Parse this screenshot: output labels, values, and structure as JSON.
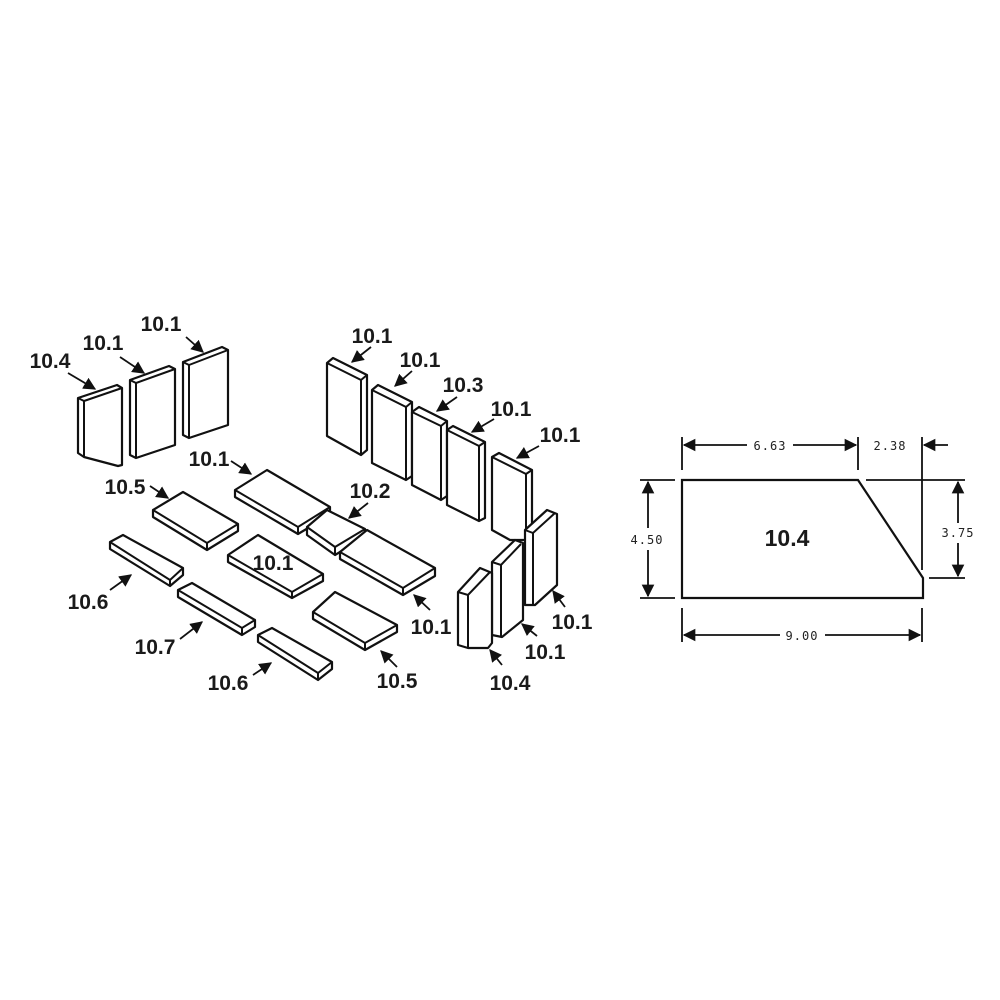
{
  "exploded_view": {
    "labels": [
      "10.1",
      "10.1",
      "10.4",
      "10.1",
      "10.1",
      "10.3",
      "10.1",
      "10.1",
      "10.1",
      "10.5",
      "10.2",
      "10.1",
      "10.6",
      "10.7",
      "10.6",
      "10.5",
      "10.1",
      "10.1",
      "10.1",
      "10.4"
    ]
  },
  "detail_drawing": {
    "part_label": "10.4",
    "dimensions": {
      "top_left": "6.63",
      "top_right": "2.38",
      "left_height": "4.50",
      "right_height": "3.75",
      "bottom_width": "9.00"
    }
  },
  "colors": {
    "line": "#111111",
    "background": "#ffffff"
  }
}
